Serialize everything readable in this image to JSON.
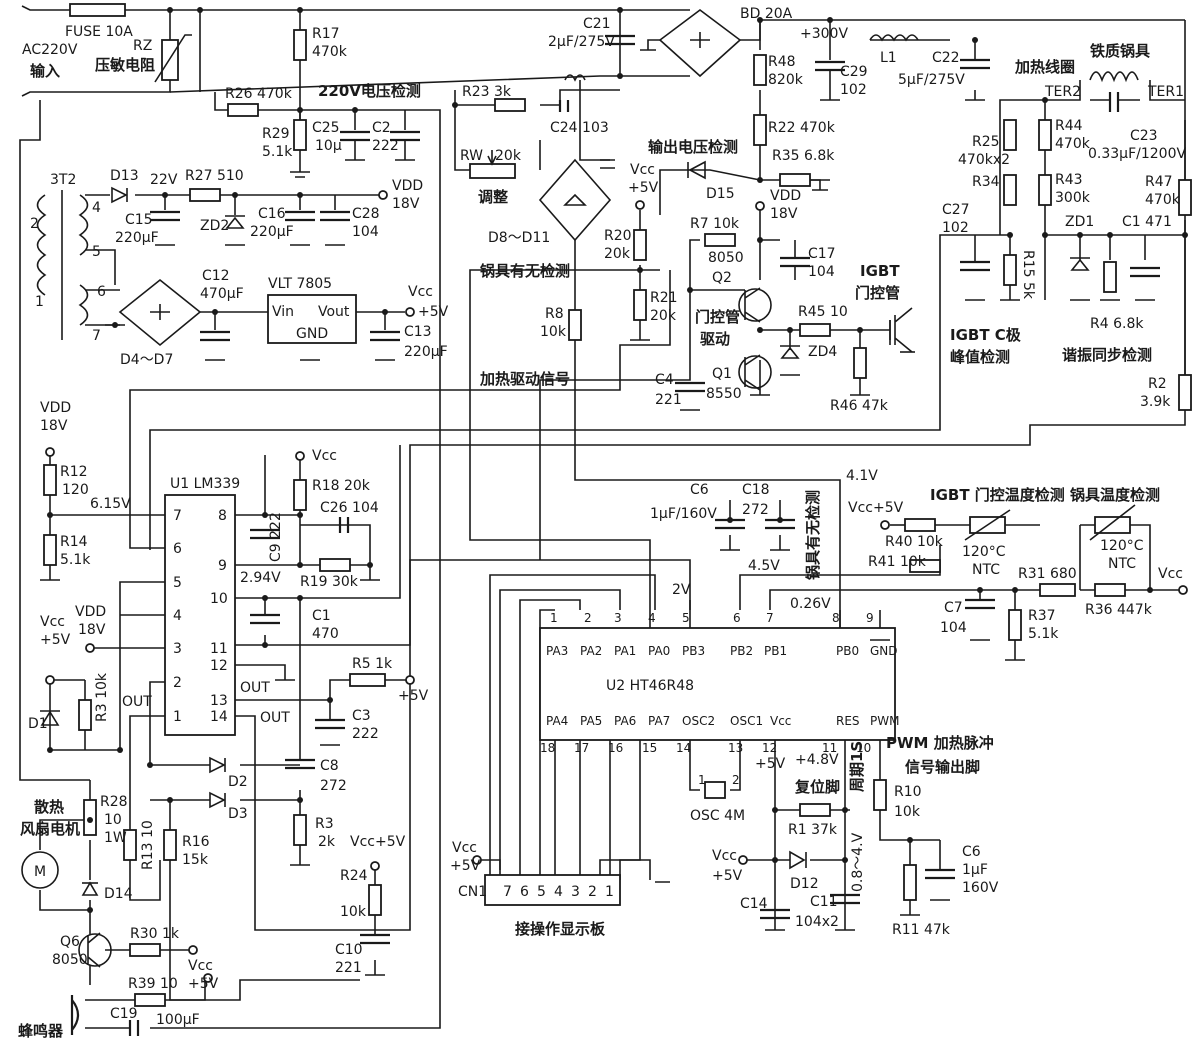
{
  "colors": {
    "ink": "#1a1a1a",
    "paper": "#ffffff"
  },
  "icons": [
    "fan-motor-icon",
    "buzzer-icon",
    "transistor-icon",
    "bridge-rectifier-icon",
    "coil-icon",
    "ground-icon"
  ],
  "power": {
    "fuse": "FUSE  10A",
    "rz": "RZ",
    "rz_cn": "压敏电阻",
    "ac_in": "AC220V",
    "ac_in_cn": "输入",
    "bd": "BD  20A",
    "v300": "+300V",
    "c21": "C21",
    "c21v": "2μF/275V",
    "l1": "L1",
    "l1v": "5μF/275V",
    "c22": "C22",
    "r17": "R17",
    "r17v": "470k",
    "r26": "R26  470k",
    "v220det": "220V电压检测",
    "r29": "R29",
    "r29v": "5.1k",
    "c25": "C25",
    "c25v": "10μ",
    "c2": "C2",
    "c2v": "222",
    "r48": "R48",
    "r48v": "820k",
    "c29": "C29",
    "c29v": "102",
    "r22": "R22  470k",
    "r35": "R35  6.8k",
    "outdet": "输出电压检测"
  },
  "coil": {
    "heat_coil": "加热线圈",
    "pot": "铁质锅具",
    "ter2": "TER2",
    "ter1": "TER1",
    "c23": "C23",
    "c23v": "0.33μF/1200V",
    "r25": "R25",
    "r25v": "470kx2",
    "r34": "R34",
    "r44": "R44",
    "r44v": "470k",
    "r43": "R43",
    "r43v": "300k",
    "r47": "R47",
    "r47v": "470k",
    "c27": "C27",
    "c27v": "102",
    "zd1": "ZD1",
    "c1": "C1  471",
    "r15": "R15  5k",
    "r4": "R4  6.8k",
    "peak": "IGBT C极",
    "peak2": "峰值检测",
    "sync": "谐振同步检测",
    "r2": "R2",
    "r2v": "3.9k"
  },
  "transformer": {
    "t": "3T2",
    "p2": "2",
    "p1": "1",
    "p4": "4",
    "p5": "5",
    "p6": "6",
    "p7": "7",
    "d13": "D13",
    "v22": "22V",
    "r27": "R27  510",
    "vdd": "VDD",
    "v18": "18V",
    "c15": "C15",
    "c15v": "220μF",
    "zd2": "ZD2",
    "c16": "C16",
    "c16v": "220μF",
    "c28": "C28",
    "c28v": "104",
    "c12": "C12",
    "c12v": "470μF",
    "vlt": "VLT  7805",
    "vin": "Vin",
    "vout": "Vout",
    "gnd": "GND",
    "vcc": "Vcc",
    "p5v": "+5V",
    "c13": "C13",
    "c13v": "220μF",
    "d4": "D4～D7"
  },
  "pan": {
    "r23": "R23  3k",
    "c24": "C24  103",
    "rw": "RW",
    "rwv": "20k",
    "adj": "调整",
    "d8": "D8～D11",
    "pandet": "锅具有无检测",
    "r8": "R8",
    "r8v": "10k",
    "heatsig": "加热驱动信号",
    "vcc": "Vcc",
    "p5v": "+5V",
    "d15": "D15",
    "r20": "R20",
    "r20v": "20k",
    "r21": "R21",
    "r21v": "20k"
  },
  "driver": {
    "vdd": "VDD",
    "v18": "18V",
    "r7": "R7  10k",
    "q2a": "8050",
    "q2": "Q2",
    "c17": "C17",
    "c17v": "104",
    "gate": "门控管",
    "drive": "驱动",
    "r45": "R45  10",
    "zd4": "ZD4",
    "c4": "C4",
    "c4v": "221",
    "q1": "Q1",
    "q1v": "8550",
    "r46": "R46  47k",
    "igbt": "IGBT",
    "igbt2": "门控管"
  },
  "comparator": {
    "vdd": "VDD",
    "v18": "18V",
    "r12": "R12",
    "r12v": "120",
    "v615": "6.15V",
    "r14": "R14",
    "r14v": "5.1k",
    "u1": "U1  LM339",
    "pins": [
      "7",
      "6",
      "5",
      "4",
      "3",
      "2",
      "1",
      "8",
      "9",
      "10",
      "11",
      "12",
      "13",
      "14"
    ],
    "vcc": "Vcc",
    "r18": "R18  20k",
    "c26": "C26  104",
    "c9": "C9  222",
    "v294": "2.94V",
    "r19": "R19  30k",
    "c1b": "C1",
    "c1bv": "470",
    "r5": "R5  1k",
    "p5v": "+5V",
    "c3": "C3",
    "c3v": "222",
    "out": "OUT",
    "vccp": "Vcc",
    "p5v2": "+5V",
    "vdd2": "VDD",
    "v18b": "18V",
    "d1": "D1",
    "r3": "R3  10k",
    "d2": "D2",
    "d3": "D3",
    "c8": "C8",
    "c8v": "272",
    "r3b": "R3",
    "r3bv": "2k",
    "r16": "R16",
    "r16v": "15k",
    "r13": "R13  10",
    "vcc5": "Vcc+5V",
    "r24": "R24",
    "r24v": "10k",
    "c10": "C10",
    "c10v": "221"
  },
  "mcu": {
    "u2": "U2   HT46R48",
    "top_labels": [
      "PA3",
      "PA2",
      "PA1",
      "PA0",
      "PB3",
      "PB2",
      "PB1",
      "PB0",
      "GND"
    ],
    "top_pins": [
      "1",
      "2",
      "3",
      "4",
      "5",
      "6",
      "7",
      "8",
      "9"
    ],
    "bot_labels": [
      "PA4",
      "PA5",
      "PA6",
      "PA7",
      "OSC2",
      "OSC1",
      "Vcc",
      "RES",
      "PWM"
    ],
    "bot_pins": [
      "18",
      "17",
      "16",
      "15",
      "14",
      "13",
      "12",
      "11",
      "10"
    ],
    "c6": "C6",
    "c6v": "1μF/160V",
    "c18": "C18",
    "c18v": "272",
    "pan_sig": "锅具有无检测",
    "v41": "4.1V",
    "v2": "2V",
    "v45": "4.5V",
    "v026": "0.26V",
    "osc": "OSC  4M",
    "osc1": "1",
    "osc2": "2",
    "p5v": "+5V",
    "v48": "+4.8V",
    "reset": "复位脚",
    "period": "周期1S",
    "r1": "R1   37k",
    "range": "0.8～4.V",
    "vcc": "Vcc",
    "p5v2": "+5V",
    "d12": "D12",
    "c14": "C14",
    "c11": "C11",
    "c11v": "104x2",
    "pwm": "PWM 加热脉冲",
    "pwm2": "信号输出脚",
    "r10": "R10",
    "r10v": "10k",
    "c6b": "C6",
    "c6bv": "1μF",
    "c6bv2": "160V",
    "r11": "R11  47k"
  },
  "temp": {
    "igbt_t": "IGBT 门控温度检测",
    "pot_t": "锅具温度检测",
    "vcc5": "Vcc+5V",
    "r40": "R40  10k",
    "r41": "R41  10k",
    "ntc": "120°C",
    "ntc2": "NTC",
    "ntcb": "120°C",
    "ntcb2": "NTC",
    "r31": "R31  680",
    "c7": "C7",
    "c7v": "104",
    "r37": "R37",
    "r37v": "5.1k",
    "r36": "R36  447k",
    "vcc": "Vcc"
  },
  "misc": {
    "fan": "散热",
    "fan2": "风扇电机",
    "r28": "R28",
    "r28v": "10",
    "r28w": "1W",
    "m": "M",
    "d14": "D14",
    "q6": "Q6",
    "q6v": "8050",
    "r30": "R30  1k",
    "vcc": "Vcc",
    "p5v": "+5V",
    "r39": "R39  10",
    "buzzer": "蜂鸣器",
    "c19": "C19",
    "c19v": "100μF",
    "cn1": "CN1",
    "cn_pins": [
      "7",
      "6",
      "5",
      "4",
      "3",
      "2",
      "1"
    ],
    "panel": "接操作显示板",
    "vcc2": "Vcc",
    "p5v2": "+5V"
  }
}
